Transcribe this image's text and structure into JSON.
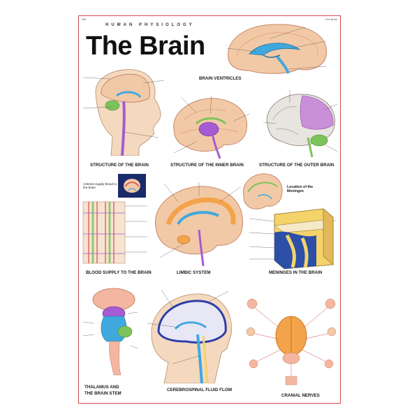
{
  "poster": {
    "corner_left": "Ref",
    "corner_right": "The Brain",
    "subtitle": "HUMAN PHYSIOLOGY",
    "title": "The Brain",
    "inset_label": "Arteries supply blood to the brain",
    "meninges_label": "Location of the Meninges"
  },
  "sections": {
    "ventricles": "BRAIN VENTRICLES",
    "structure": "STRUCTURE OF THE BRAIN",
    "inner": "STRUCTURE OF THE INNER BRAIN",
    "outer": "STRUCTURE OF THE OUTER BRAIN",
    "blood": "BLOOD SUPPLY TO THE BRAIN",
    "limbic": "LIMBIC SYSTEM",
    "meninges": "MENINGES IN THE BRAIN",
    "thalamus_1": "THALAMUS AND",
    "thalamus_2": "THE BRAIN STEM",
    "csf": "CEREBROSPINAL FLUID FLOW",
    "cranial": "CRANIAL NERVES"
  },
  "colors": {
    "border": "#d24a4a",
    "brain": "#f2c9a6",
    "ventricle": "#3fa9de",
    "limbic": "#f3a34a",
    "stem": "#a55bd1",
    "cerebellum": "#7cc35b"
  }
}
